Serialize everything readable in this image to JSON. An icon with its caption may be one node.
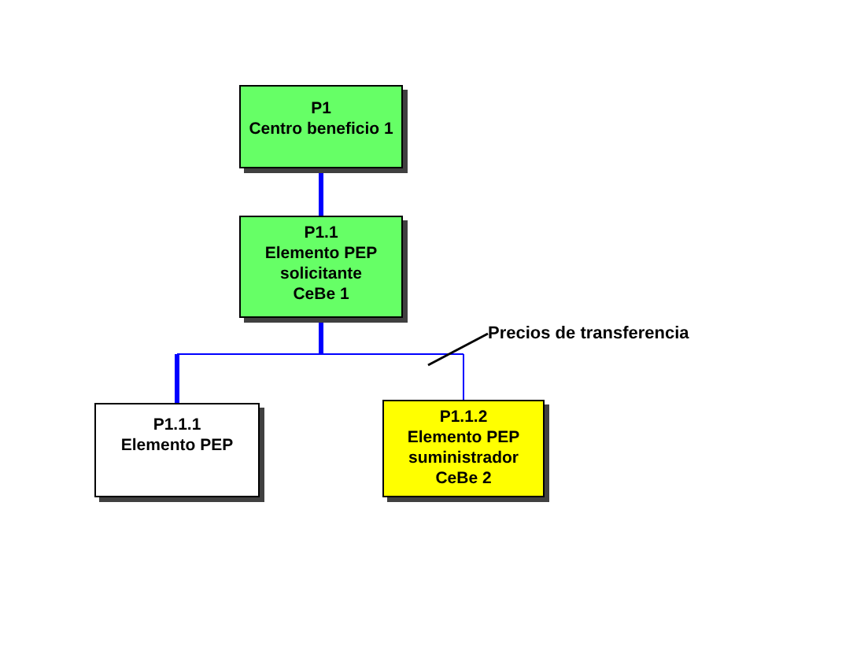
{
  "diagram": {
    "nodes": [
      {
        "text": [
          "P1",
          "Centro beneficio 1"
        ]
      },
      {
        "text": [
          "P1.1",
          "Elemento PEP solicitante CeBe 1"
        ]
      },
      {
        "text": [
          "P1.1.1",
          "Elemento PEP"
        ]
      },
      {
        "text": [
          "P1.1.2",
          "Elemento PEP suministrador CeBe 2"
        ]
      },
      {
        "text": [
          "Precios de transferencia"
        ]
      }
    ],
    "edges": [
      {
        "from": 0,
        "to": 1,
        "arrow": "none",
        "style": "thick"
      },
      {
        "from": 1,
        "to": 2,
        "arrow": "none",
        "style": "thick"
      },
      {
        "from": 1,
        "to": 3,
        "arrow": "none"
      },
      {
        "from": 4,
        "to": null,
        "arrow": "none",
        "color": "#000000"
      }
    ]
  }
}
